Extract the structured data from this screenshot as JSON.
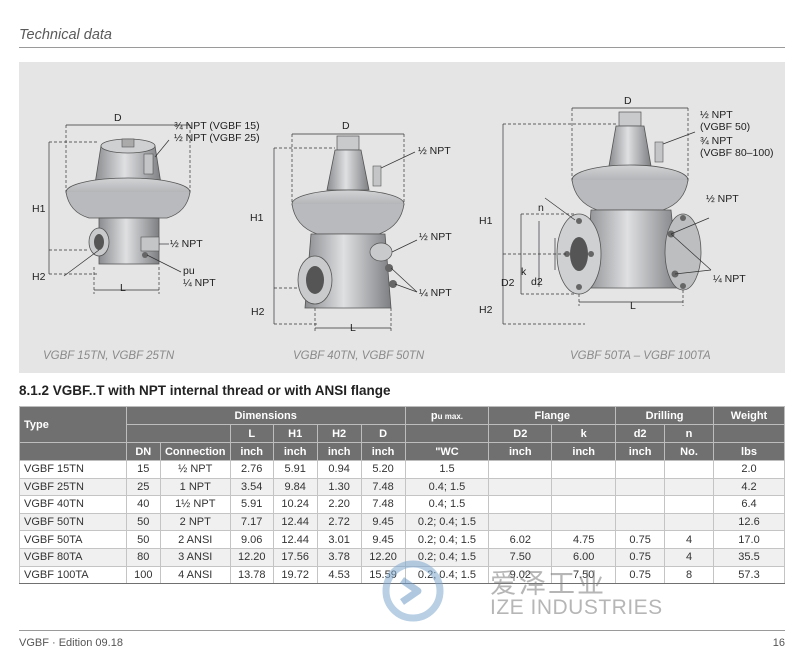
{
  "header": {
    "section_title": "Technical data"
  },
  "figures": {
    "labels": {
      "D": "D",
      "H1": "H1",
      "H2": "H2",
      "L": "L",
      "D2": "D2",
      "k": "k",
      "d2": "d2",
      "n": "n",
      "npt_34_vgbf15": "¾ NPT (VGBF 15)",
      "npt_12_vgbf25": "½ NPT (VGBF 25)",
      "npt_12": "½ NPT",
      "pu": "pu",
      "npt_14": "¼ NPT",
      "npt_12_vgbf50_a": "½ NPT",
      "npt_12_vgbf50_b": "(VGBF 50)",
      "npt_34_vgbf80_a": "¾ NPT",
      "npt_34_vgbf80_b": "(VGBF 80–100)"
    },
    "captions": [
      "VGBF 15TN, VGBF 25TN",
      "VGBF 40TN, VGBF 50TN",
      "VGBF 50TA – VGBF 100TA"
    ]
  },
  "section": {
    "heading": "8.1.2 VGBF..T with NPT internal thread or with ANSI flange"
  },
  "table": {
    "group_headers": {
      "type": "Type",
      "dimensions": "Dimensions",
      "pu_max": "pu max.",
      "flange": "Flange",
      "drilling": "Drilling",
      "weight": "Weight"
    },
    "sub_headers": {
      "L": "L",
      "H1": "H1",
      "H2": "H2",
      "D": "D",
      "D2": "D2",
      "k": "k",
      "d2": "d2",
      "n": "n"
    },
    "unit_headers": {
      "DN": "DN",
      "connection": "Connection",
      "L": "inch",
      "H1": "inch",
      "H2": "inch",
      "D": "inch",
      "pu": "\"WC",
      "D2": "inch",
      "k": "inch",
      "d2": "inch",
      "n": "No.",
      "weight": "lbs"
    },
    "rows": [
      {
        "type": "VGBF 15TN",
        "dn": "15",
        "connection": "½ NPT",
        "l": "2.76",
        "h1": "5.91",
        "h2": "0.94",
        "d": "5.20",
        "pu": "1.5",
        "d2": "",
        "k": "",
        "d2b": "",
        "n": "",
        "weight": "2.0"
      },
      {
        "type": "VGBF 25TN",
        "dn": "25",
        "connection": "1 NPT",
        "l": "3.54",
        "h1": "9.84",
        "h2": "1.30",
        "d": "7.48",
        "pu": "0.4; 1.5",
        "d2": "",
        "k": "",
        "d2b": "",
        "n": "",
        "weight": "4.2"
      },
      {
        "type": "VGBF 40TN",
        "dn": "40",
        "connection": "1½ NPT",
        "l": "5.91",
        "h1": "10.24",
        "h2": "2.20",
        "d": "7.48",
        "pu": "0.4; 1.5",
        "d2": "",
        "k": "",
        "d2b": "",
        "n": "",
        "weight": "6.4"
      },
      {
        "type": "VGBF 50TN",
        "dn": "50",
        "connection": "2 NPT",
        "l": "7.17",
        "h1": "12.44",
        "h2": "2.72",
        "d": "9.45",
        "pu": "0.2; 0.4; 1.5",
        "d2": "",
        "k": "",
        "d2b": "",
        "n": "",
        "weight": "12.6"
      },
      {
        "type": "VGBF 50TA",
        "dn": "50",
        "connection": "2 ANSI",
        "l": "9.06",
        "h1": "12.44",
        "h2": "3.01",
        "d": "9.45",
        "pu": "0.2; 0.4; 1.5",
        "d2": "6.02",
        "k": "4.75",
        "d2b": "0.75",
        "n": "4",
        "weight": "17.0"
      },
      {
        "type": "VGBF 80TA",
        "dn": "80",
        "connection": "3 ANSI",
        "l": "12.20",
        "h1": "17.56",
        "h2": "3.78",
        "d": "12.20",
        "pu": "0.2; 0.4; 1.5",
        "d2": "7.50",
        "k": "6.00",
        "d2b": "0.75",
        "n": "4",
        "weight": "35.5"
      },
      {
        "type": "VGBF 100TA",
        "dn": "100",
        "connection": "4 ANSI",
        "l": "13.78",
        "h1": "19.72",
        "h2": "4.53",
        "d": "15.59",
        "pu": "0.2; 0.4; 1.5",
        "d2": "9.02",
        "k": "7.50",
        "d2b": "0.75",
        "n": "8",
        "weight": "57.3"
      }
    ]
  },
  "watermark": {
    "text_cn": "爱泽工业",
    "text_en": "IZE INDUSTRIES"
  },
  "footer": {
    "left": "VGBF · Edition 09.18",
    "page": "16"
  }
}
